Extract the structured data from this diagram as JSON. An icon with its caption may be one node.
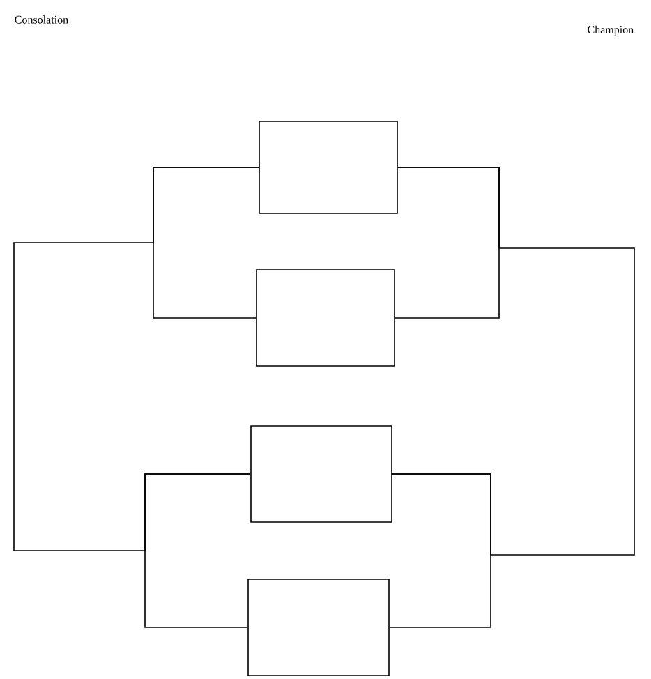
{
  "diagram": {
    "nodes": [
      {
        "text": [],
        "shape": "box"
      },
      {
        "text": [],
        "shape": "box"
      },
      {
        "text": [],
        "shape": "box"
      },
      {
        "text": [],
        "shape": "box"
      }
    ],
    "edges": [
      {
        "from": 0,
        "to": 1,
        "arrow": "none"
      },
      {
        "from": 2,
        "to": 3,
        "arrow": "none"
      },
      {
        "from": 0,
        "to": 2,
        "arrow": "none"
      },
      {
        "from": 0,
        "to": 1,
        "arrow": "none"
      },
      {
        "from": 2,
        "to": 3,
        "arrow": "none"
      },
      {
        "from": 0,
        "to": 2,
        "arrow": "none"
      }
    ],
    "labels": [
      "Consolation",
      "Champion"
    ]
  }
}
